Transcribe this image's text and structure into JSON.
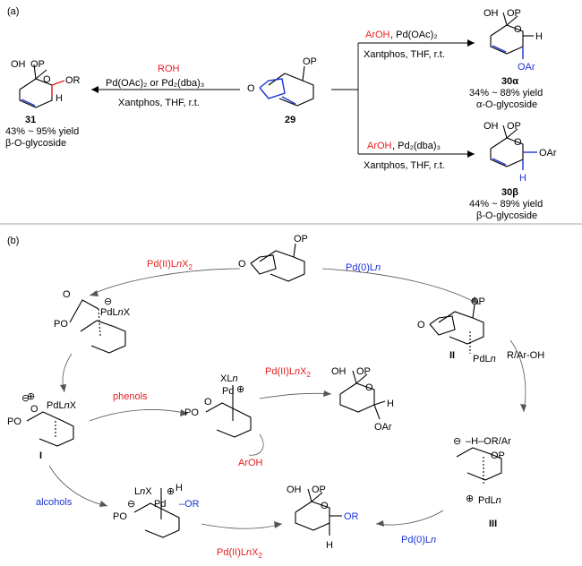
{
  "panels": {
    "a": "(a)",
    "b": "(b)"
  },
  "part_a": {
    "left_reagent_1": "ROH",
    "left_reagent_2": "Pd(OAc)₂ or Pd₂(dba)₃",
    "left_conditions": "Xantphos, THF, r.t.",
    "cmpd_29": "29",
    "cmpd_31": "31",
    "cmpd_31_yield": "43% ~ 95% yield",
    "cmpd_31_type": "β-O-glycoside",
    "top_reagent_red": "ArOH",
    "top_reagent_black": ", Pd(OAc)₂",
    "top_conditions": "Xantphos, THF, r.t.",
    "cmpd_30a": "30α",
    "cmpd_30a_yield": "34% ~ 88% yield",
    "cmpd_30a_type": "α-O-glycoside",
    "bottom_reagent_red": "ArOH",
    "bottom_reagent_black": ", Pd₂(dba)₃",
    "bottom_conditions": "Xantphos, THF, r.t.",
    "cmpd_30b": "30β",
    "cmpd_30b_yield": "44% ~ 89% yield",
    "cmpd_30b_type": "β-O-glycoside"
  },
  "part_b": {
    "pd2_top": "Pd(II)LnX2",
    "pd0_top": "Pd(0)Ln",
    "phenols": "phenols",
    "alcohols": "alcohols",
    "pd2_mid": "Pd(II)LnX2",
    "aroh": "ArOH",
    "roh_arom": "R/Ar-OH",
    "pd0_bottom": "Pd(0)Ln",
    "pd2_bottom": "Pd(II)LnX2",
    "int_I": "I",
    "int_II": "II",
    "int_III": "III",
    "hor_label": "H–OR/Ar",
    "pdlnx": "PdLnX",
    "pdln": "PdLn",
    "xln": "XLn",
    "lnx": "LnX",
    "pd": "Pd",
    "or_blue": "OR",
    "oar": "OAr",
    "op": "OP",
    "po": "PO",
    "oh": "OH",
    "o": "O",
    "h": "H"
  }
}
